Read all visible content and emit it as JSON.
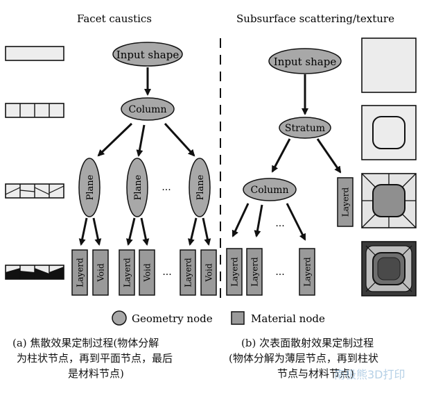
{
  "panel_a": {
    "title": "Facet caustics",
    "nodes": {
      "input": "Input shape",
      "column": "Column",
      "plane": "Plane",
      "layerd": "Layerd",
      "void": "Void",
      "ellipsis": "..."
    },
    "caption_lines": [
      "(a) 焦散效果定制过程(物体分解",
      "为柱状节点，再到平面节点，最后",
      "是材料节点)"
    ]
  },
  "panel_b": {
    "title": "Subsurface scattering/texture",
    "nodes": {
      "input": "Input shape",
      "stratum": "Stratum",
      "column": "Column",
      "layerd": "Layerd",
      "ellipsis": "..."
    },
    "caption_lines": [
      "(b) 次表面散射效果定制过程",
      "(物体分解为薄层节点，再到柱状",
      "节点与材料节点)"
    ]
  },
  "legend": {
    "geometry": "Geometry node",
    "material": "Material node"
  },
  "watermark": "南极熊3D打印",
  "colors": {
    "node_fill": "#a8a8a8",
    "material_fill": "#9a9a9a",
    "line": "#111111"
  }
}
